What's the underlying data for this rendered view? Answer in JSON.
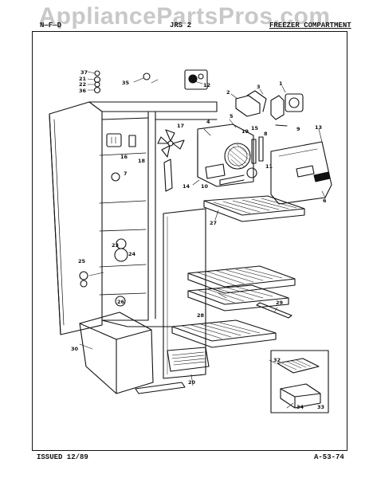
{
  "watermark": "AppliancePartsPros.com",
  "header": {
    "left": "N—F—D",
    "model": "JRS 2",
    "section": "FREEZER COMPARTMENT"
  },
  "footer": {
    "issued": "ISSUED 12/89",
    "page_code": "A-53-74"
  },
  "callouts": [
    "37",
    "21",
    "22",
    "36",
    "35",
    "12",
    "2",
    "3",
    "1",
    "17",
    "4",
    "5",
    "19",
    "16",
    "15",
    "8",
    "9",
    "13",
    "6",
    "18",
    "7",
    "11",
    "14",
    "10",
    "27",
    "23",
    "24",
    "25",
    "26",
    "30",
    "28",
    "29",
    "32",
    "20",
    "34",
    "33"
  ]
}
